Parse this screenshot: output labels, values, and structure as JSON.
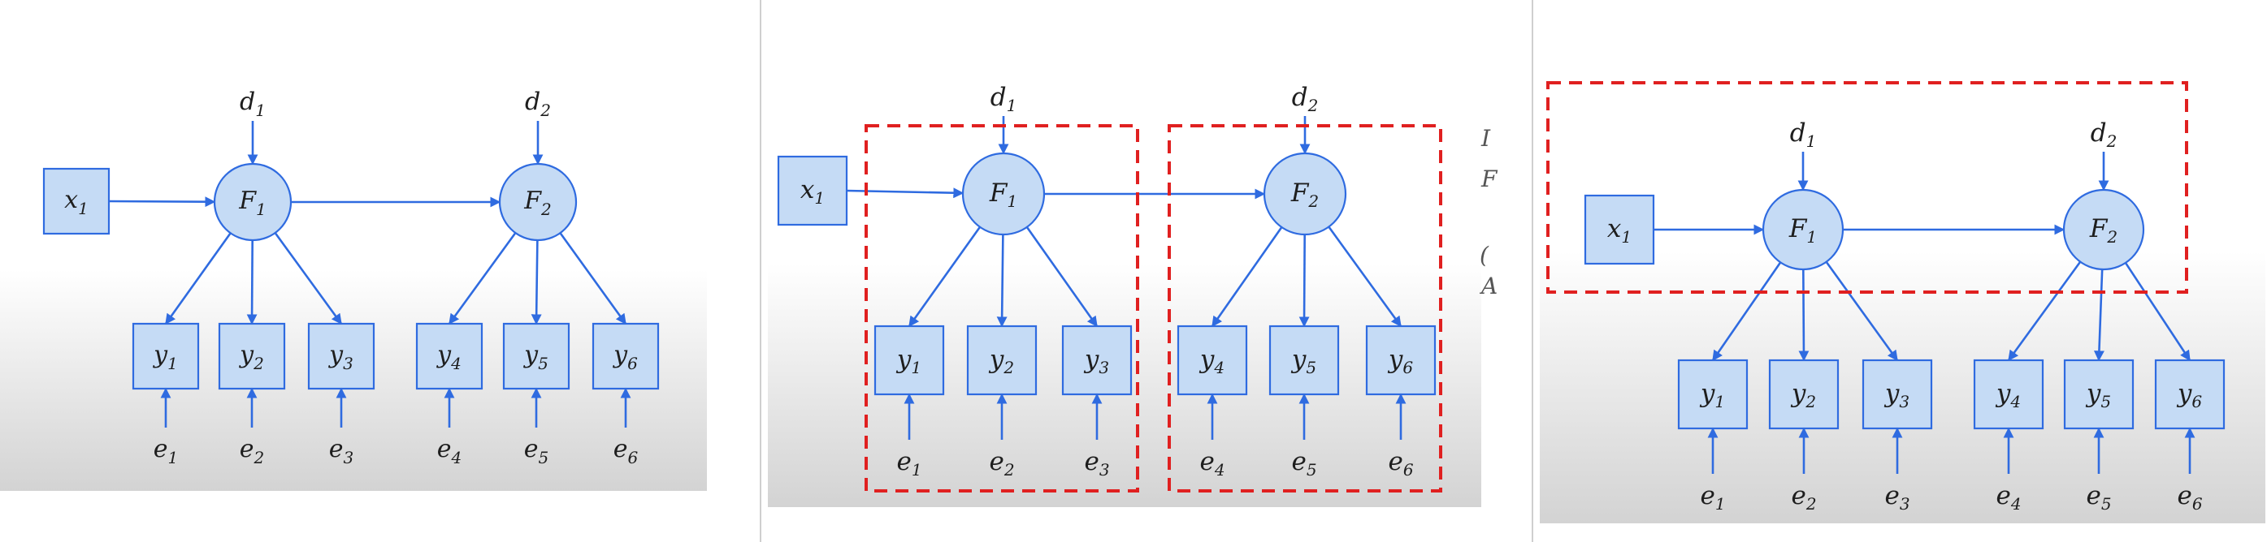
{
  "colors": {
    "node_fill": "#c5dbf5",
    "node_stroke": "#2f6be0",
    "arrow": "#2f6be0",
    "highlight_box": "#e02020",
    "gradient_top": "#ffffff",
    "gradient_bottom": "#d3d3d3",
    "divider": "#cfcfcf"
  },
  "nodes": {
    "x1": {
      "base": "x",
      "sub": "1"
    },
    "F1": {
      "base": "F",
      "sub": "1"
    },
    "F2": {
      "base": "F",
      "sub": "2"
    },
    "d1": {
      "base": "d",
      "sub": "1"
    },
    "d2": {
      "base": "d",
      "sub": "2"
    },
    "y1": {
      "base": "y",
      "sub": "1"
    },
    "y2": {
      "base": "y",
      "sub": "2"
    },
    "y3": {
      "base": "y",
      "sub": "3"
    },
    "y4": {
      "base": "y",
      "sub": "4"
    },
    "y5": {
      "base": "y",
      "sub": "5"
    },
    "y6": {
      "base": "y",
      "sub": "6"
    },
    "e1": {
      "base": "e",
      "sub": "1"
    },
    "e2": {
      "base": "e",
      "sub": "2"
    },
    "e3": {
      "base": "e",
      "sub": "3"
    },
    "e4": {
      "base": "e",
      "sub": "4"
    },
    "e5": {
      "base": "e",
      "sub": "5"
    },
    "e6": {
      "base": "e",
      "sub": "6"
    }
  },
  "panels": [
    {
      "name": "panel-full-model",
      "highlight": "none"
    },
    {
      "name": "panel-measurement-blocks",
      "highlight": "two measurement blocks"
    },
    {
      "name": "panel-structural-part",
      "highlight": "structural part"
    }
  ],
  "stray_glyphs": [
    "I",
    "F",
    "(",
    "A"
  ]
}
